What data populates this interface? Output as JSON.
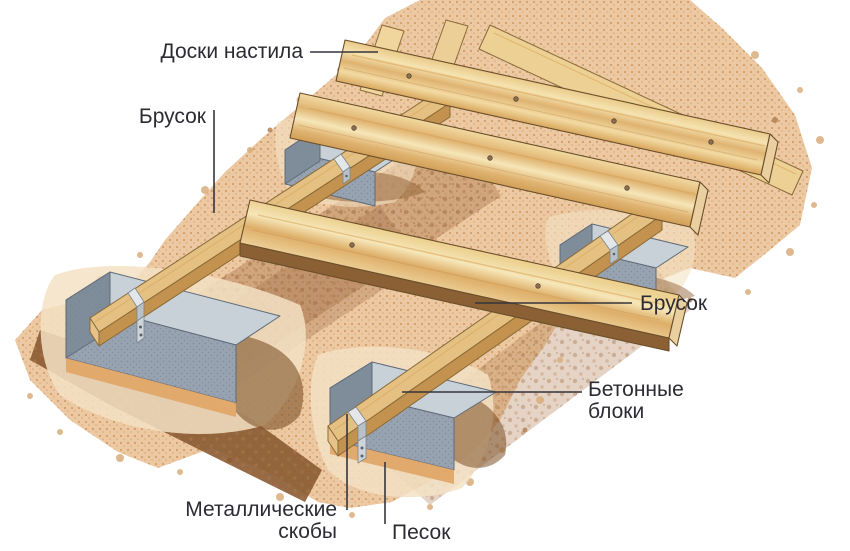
{
  "figure": {
    "type": "technical-illustration",
    "subject": "Construction of a wooden deck walkway on concrete block footings set in sand",
    "language": "ru"
  },
  "labels": {
    "deck_boards": {
      "text": "Доски настила"
    },
    "beam_left": {
      "text": "Брусок"
    },
    "beam_right": {
      "text": "Брусок"
    },
    "concrete_blocks": {
      "text": "Бетонные блоки",
      "line1": "Бетонные",
      "line2": "блоки"
    },
    "metal_brackets": {
      "text": "Металлические скобы",
      "line1": "Металлические",
      "line2": "скобы"
    },
    "sand": {
      "text": "Песок"
    }
  },
  "colors": {
    "background": "#ffffff",
    "sand_base": "#ecc9a2",
    "sand_speckle": "#c98f58",
    "earth_dark": "#8a5a31",
    "pit_light": "#f3e2c4",
    "sand_bed": "#e0a668",
    "wood_light": "#f2daa2",
    "wood_dark": "#c3924e",
    "concrete_top": "#c9d1d8",
    "concrete_front": "#97a3b0",
    "metal": "#e3e7ea",
    "label_text": "#2b2b33",
    "leader_line": "#35353c"
  }
}
